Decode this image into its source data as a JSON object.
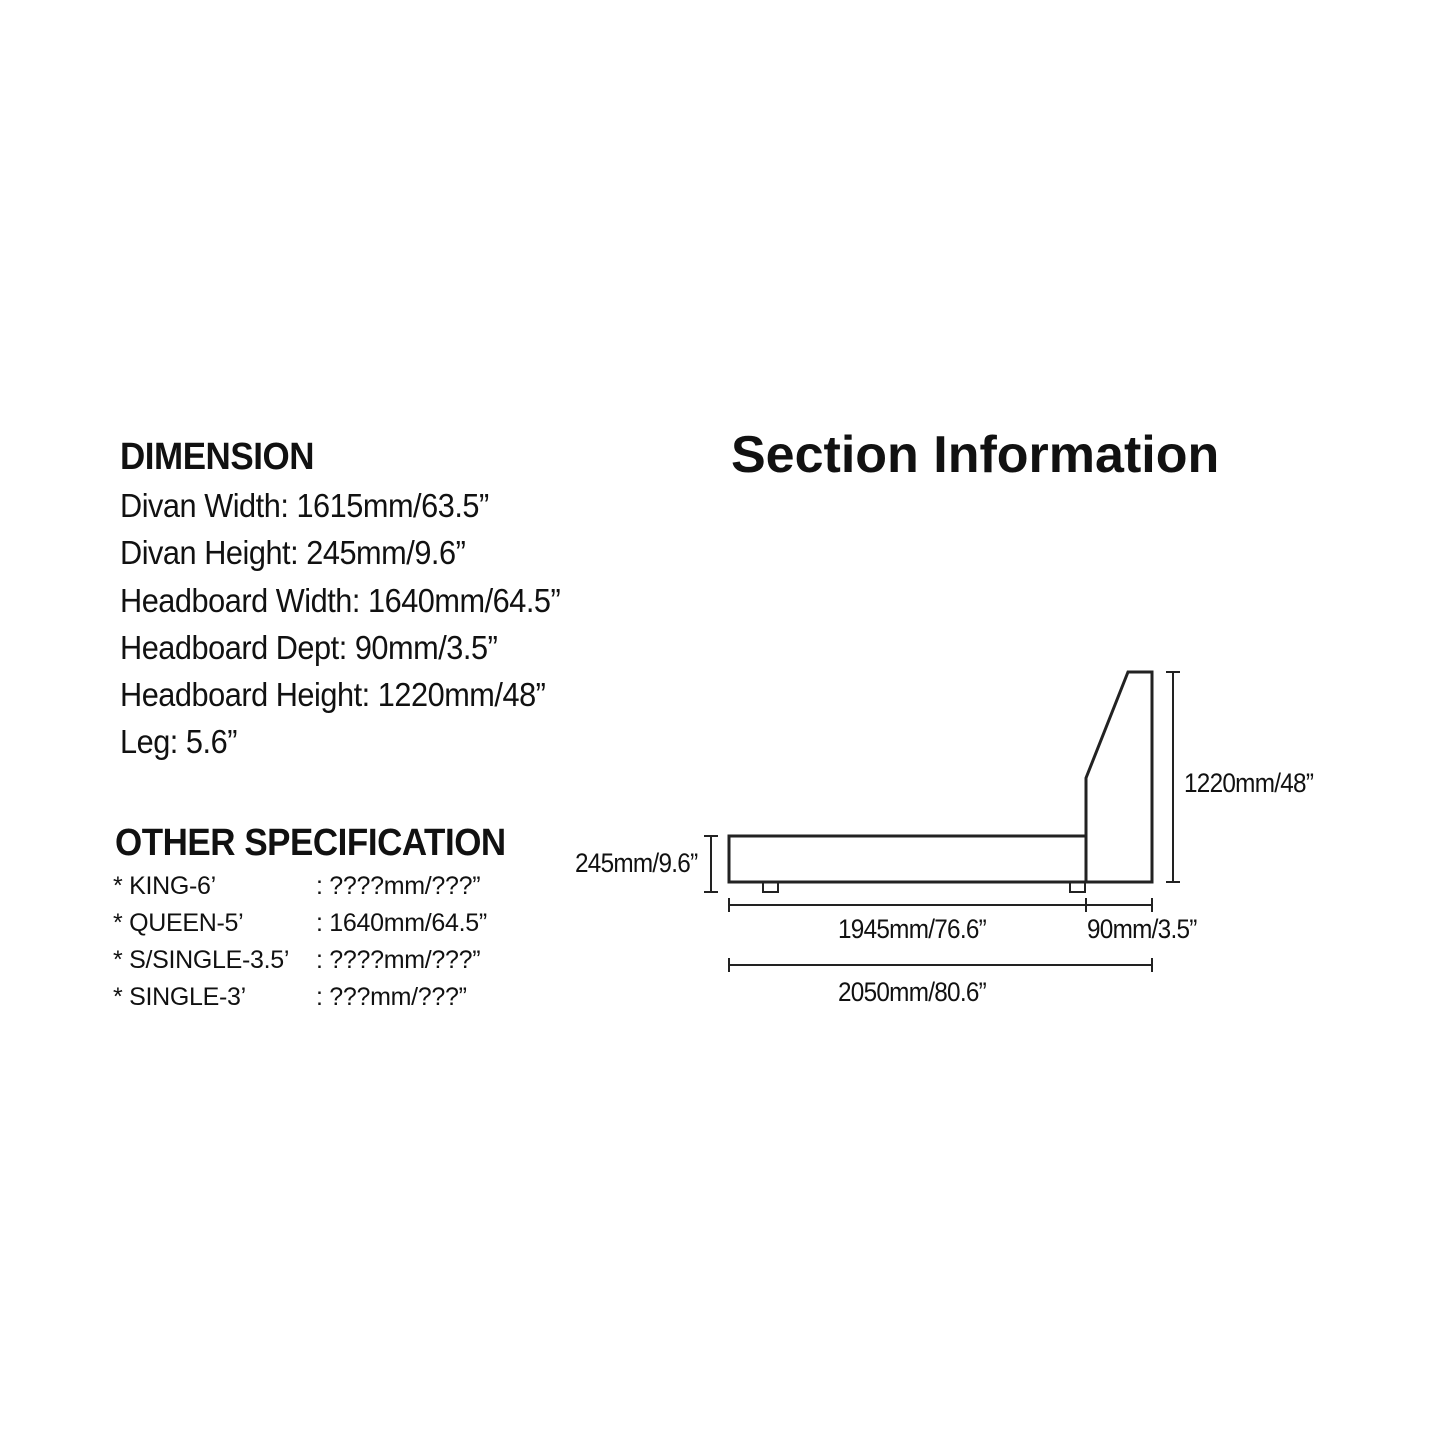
{
  "dimension": {
    "heading": "DIMENSION",
    "lines": [
      "Divan Width: 1615mm/63.5”",
      "Divan Height: 245mm/9.6”",
      "Headboard Width: 1640mm/64.5”",
      "Headboard Dept: 90mm/3.5”",
      "Headboard Height: 1220mm/48”",
      "Leg: 5.6”"
    ]
  },
  "other_specification": {
    "heading": "OTHER SPECIFICATION",
    "rows": [
      {
        "size": "* KING-6’",
        "value": ": ????mm/???”"
      },
      {
        "size": "* QUEEN-5’",
        "value": ": 1640mm/64.5”"
      },
      {
        "size": "* S/SINGLE-3.5’",
        "value": ": ????mm/???”"
      },
      {
        "size": "* SINGLE-3’",
        "value": ":   ???mm/???”"
      }
    ]
  },
  "section": {
    "title": "Section Information",
    "labels": {
      "divan_height": "245mm/9.6”",
      "headboard_height": "1220mm/48”",
      "divan_length": "1945mm/76.6”",
      "headboard_depth": "90mm/3.5”",
      "total_length": "2050mm/80.6”"
    }
  },
  "colors": {
    "line": "#222222",
    "text": "#111111",
    "background": "#ffffff"
  }
}
